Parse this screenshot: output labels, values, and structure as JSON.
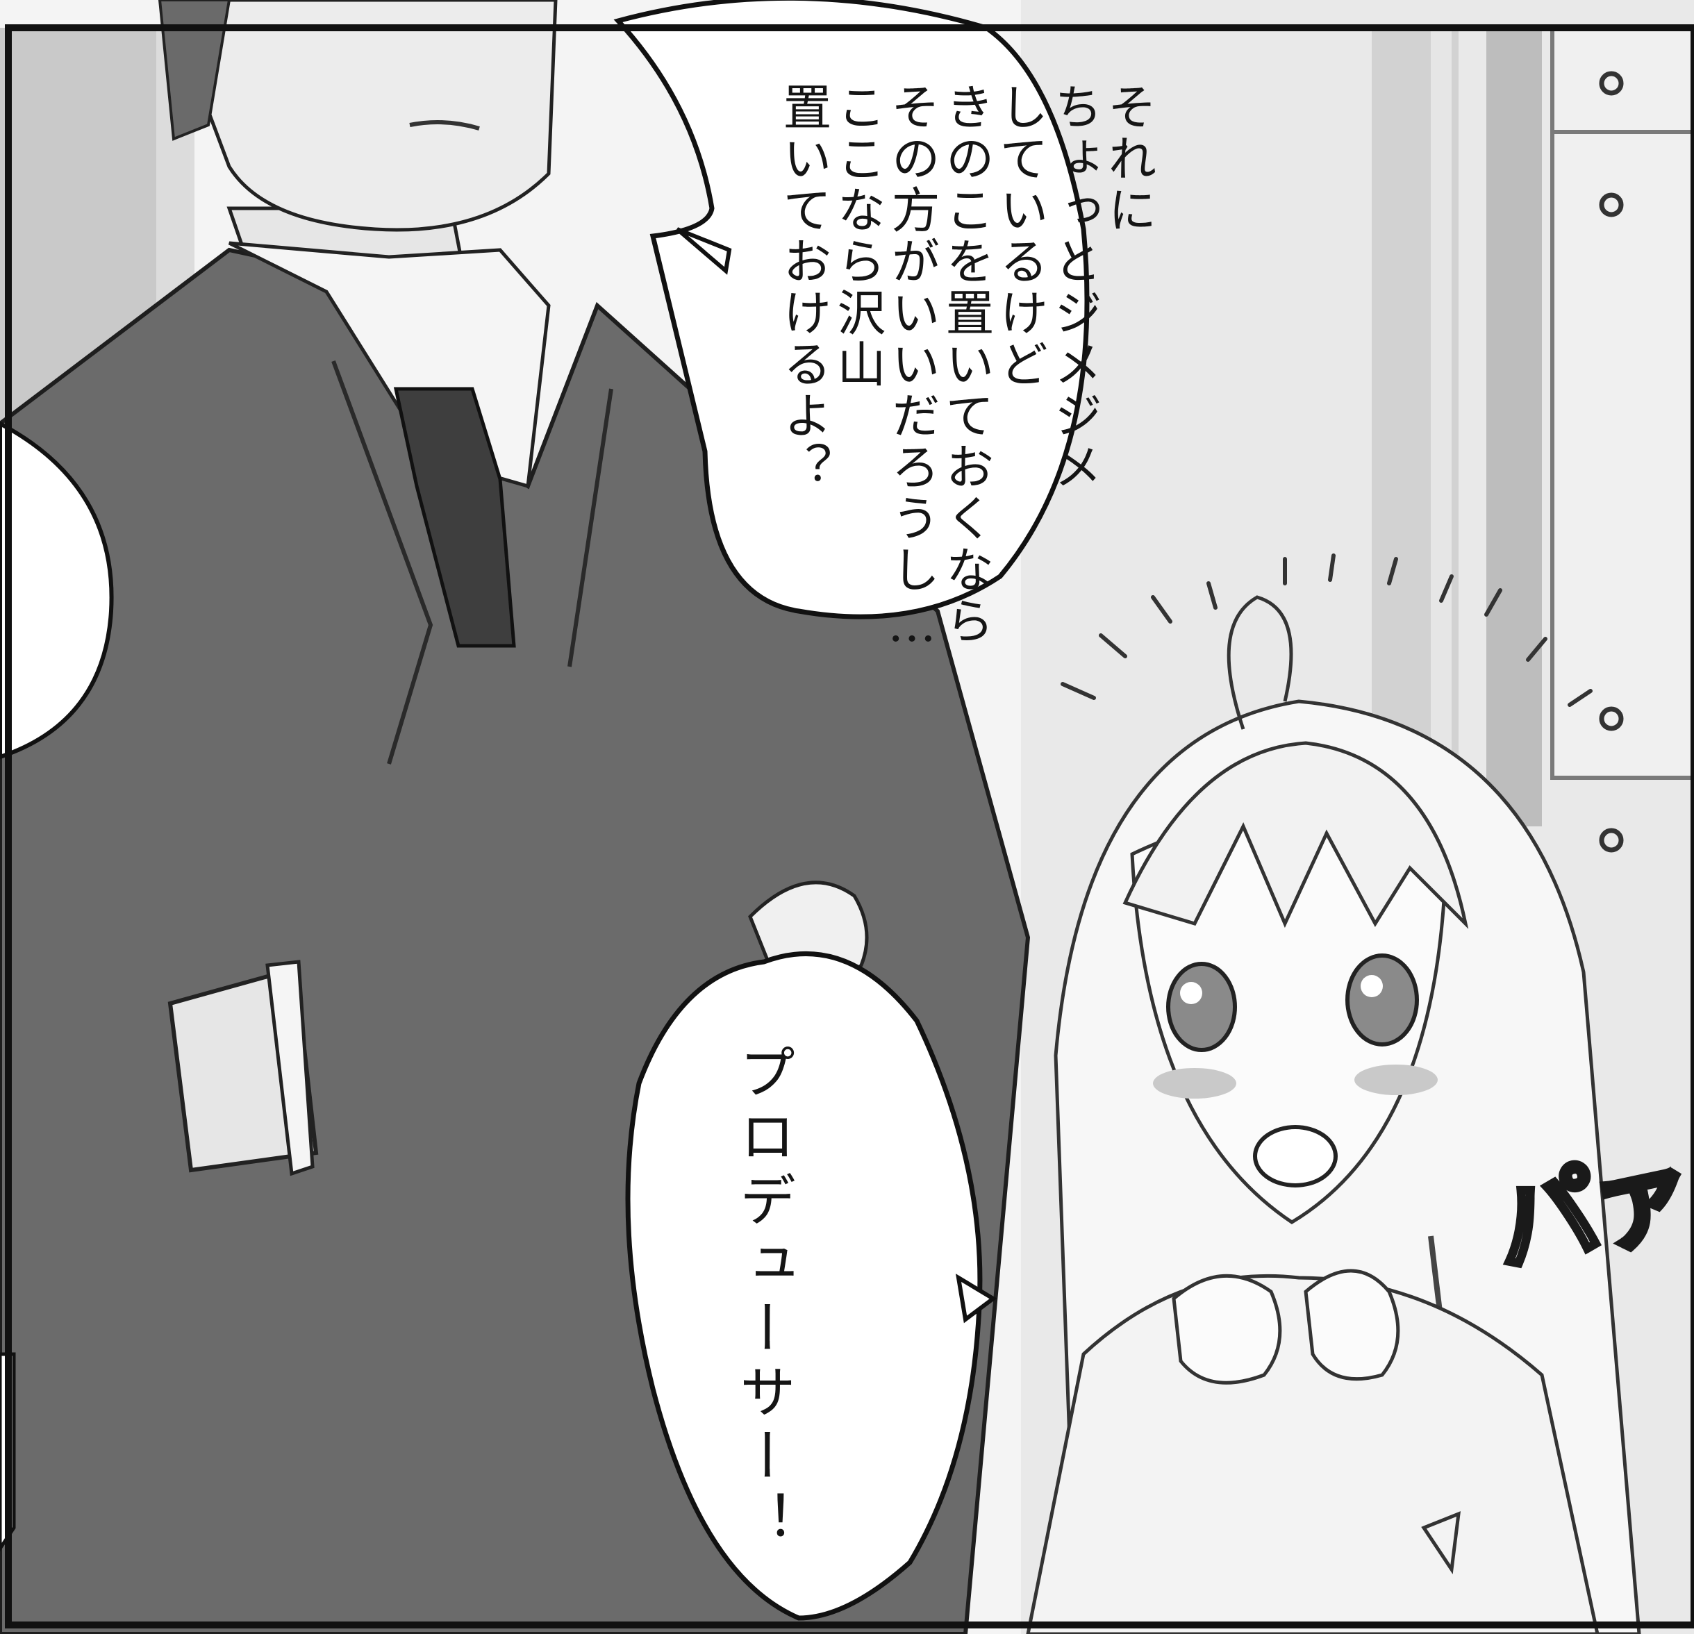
{
  "bubble_top": {
    "lines": [
      "それに",
      "ちょっとジメジメ",
      "しているけど",
      "きのこを置いておくなら",
      "その方がいいだろうし…",
      "ここなら沢山",
      "置いておけるよ？"
    ]
  },
  "bubble_bottom": {
    "lines": [
      "プロデューサー！"
    ]
  },
  "sound_effect": "パァ"
}
